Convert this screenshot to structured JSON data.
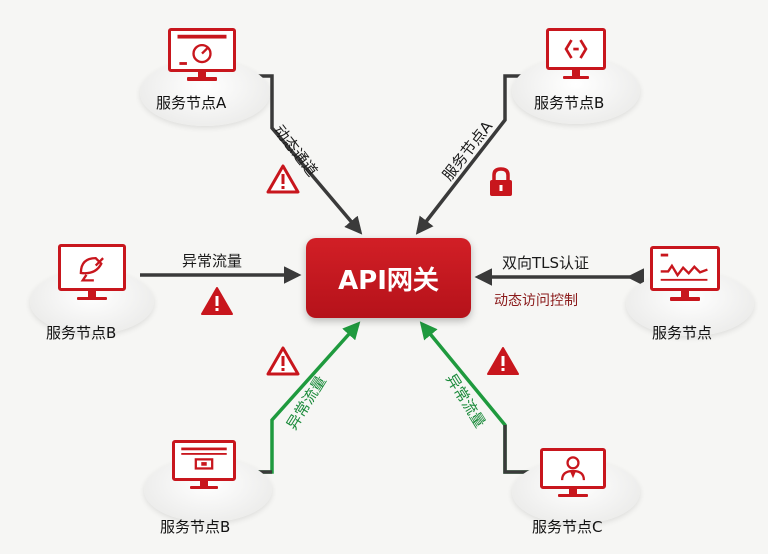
{
  "gateway": {
    "label": "API网关"
  },
  "nodes": {
    "top_left": {
      "label": "服务节点A",
      "icon": "gauge-icon"
    },
    "top_right": {
      "label": "服务节点B",
      "icon": "code-bracket-icon"
    },
    "mid_left": {
      "label": "服务节点B",
      "icon": "satellite-dish-icon"
    },
    "mid_right": {
      "label": "服务节点",
      "icon": "waveform-chart-icon"
    },
    "bottom_left": {
      "label": "服务节点B",
      "icon": "card-slot-icon"
    },
    "bottom_right": {
      "label": "服务节点C",
      "icon": "user-avatar-icon"
    }
  },
  "edges": {
    "top_left": {
      "label": "动态通道"
    },
    "top_right": {
      "label": "服务节点A"
    },
    "mid_left": {
      "label": "异常流量"
    },
    "mid_right": {
      "label": "双向TLS认证",
      "sublabel": "动态访问控制"
    },
    "bottom_left": {
      "label": "异常流量"
    },
    "bottom_right": {
      "label": "异常流量"
    }
  },
  "colors": {
    "accent_red": "#c8161d",
    "arrow_dark": "#3a3a3a",
    "arrow_green": "#1f9a3e",
    "text_green": "#1a8a3a",
    "text_dark_red": "#8a1a1a"
  }
}
